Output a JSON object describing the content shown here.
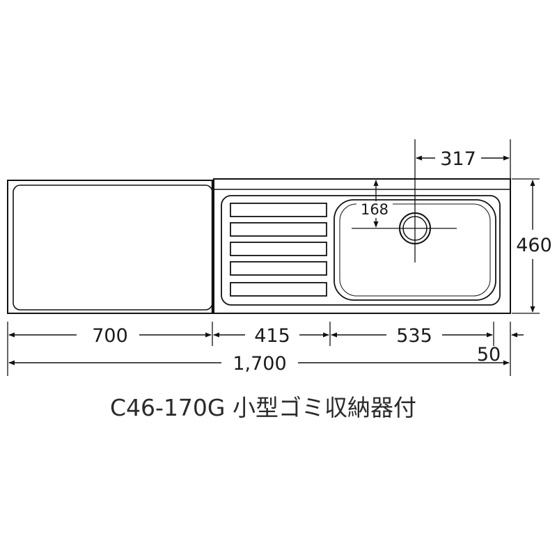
{
  "dimensions": {
    "drainboard_width": "700",
    "drawer_area_width": "415",
    "basin_width": "535",
    "edge_width": "50",
    "total_width": "1,700",
    "drain_offset": "317",
    "drain_depth": "168",
    "depth": "460"
  },
  "caption": "C46-170G 小型ゴミ収納器付"
}
